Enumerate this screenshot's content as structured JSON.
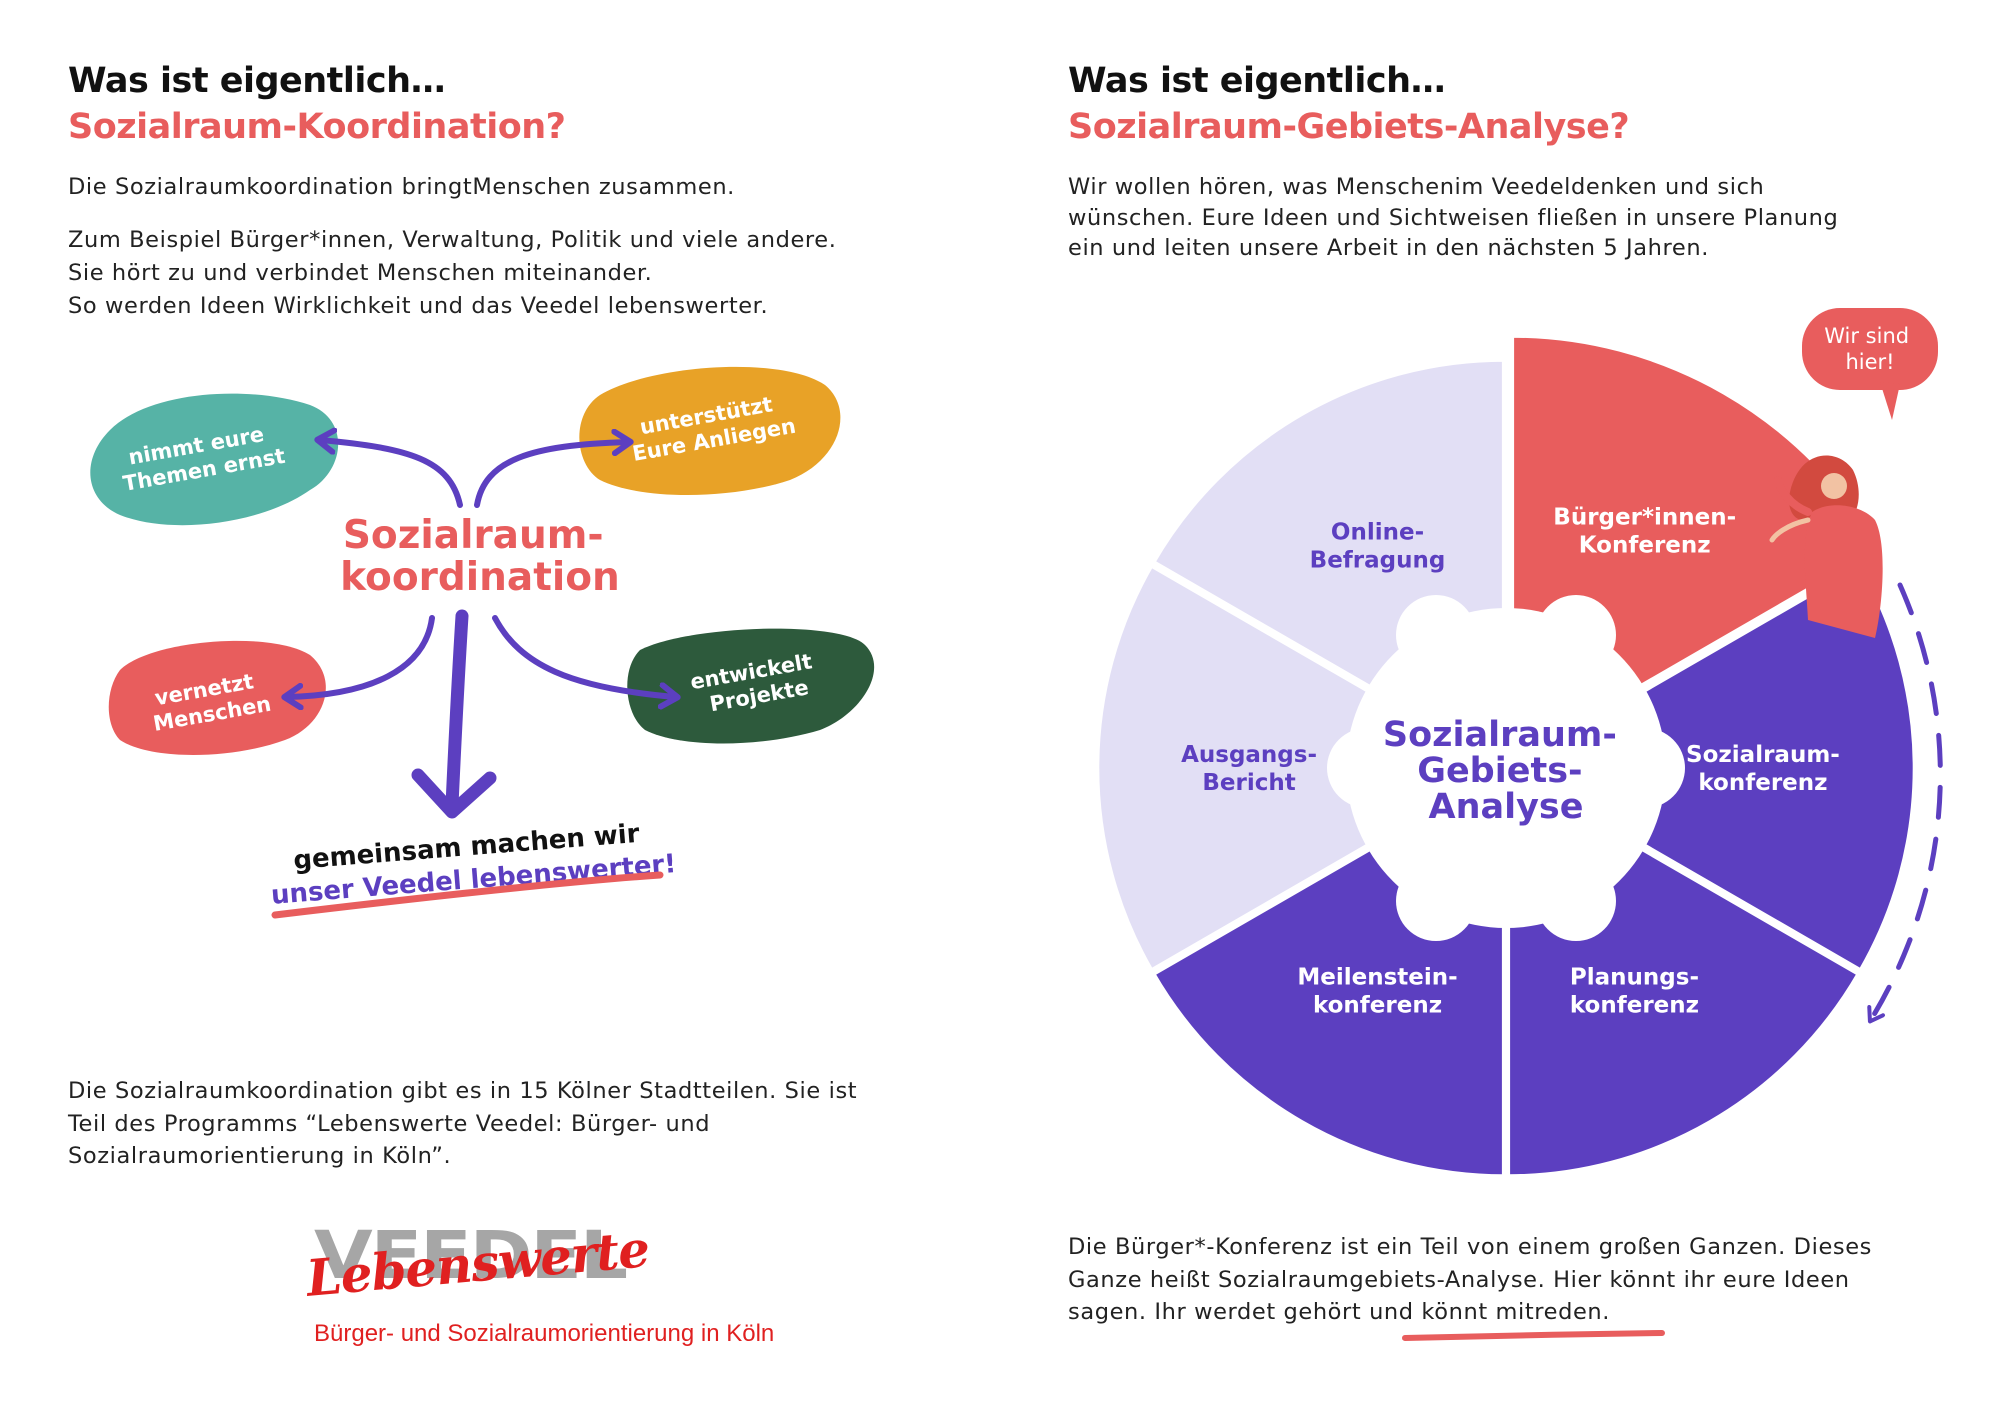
{
  "colors": {
    "coral": "#e85d5d",
    "teal": "#56b3a6",
    "orange": "#e8a227",
    "green": "#2d5a3c",
    "purple": "#5c3fc0",
    "lavender": "#e2dff5",
    "logo_gray": "#a6a6a6",
    "logo_red": "#e02020"
  },
  "left": {
    "heading_line1": "Was ist eigentlich…",
    "heading_line2": "Sozialraum-Koordination?",
    "para1": "Die Sozialraumkoordination bringtMenschen zusammen.",
    "para2": "Zum Beispiel Bürger*innen, Verwaltung, Politik und viele andere.\nSie hört zu und verbindet Menschen miteinander.\nSo werden Ideen Wirklichkeit und das Veedel lebenswerter.",
    "mindmap": {
      "center_line1": "Sozialraum-",
      "center_line2": "koordination",
      "bubbles": [
        {
          "line1": "nimmt eure",
          "line2": "Themen ernst",
          "color": "#56b3a6",
          "icon": "arrow-icon"
        },
        {
          "line1": "unterstützt",
          "line2": "Eure Anliegen",
          "color": "#e8a227",
          "icon": "arrow-icon"
        },
        {
          "line1": "vernetzt",
          "line2": "Menschen",
          "color": "#e85d5d",
          "icon": "arrow-icon"
        },
        {
          "line1": "entwickelt",
          "line2": "Projekte",
          "color": "#2d5a3c",
          "icon": "arrow-icon"
        }
      ],
      "slogan_line1": "gemeinsam machen wir",
      "slogan_line2": "unser Veedel lebenswerter!"
    },
    "para3": "Die Sozialraumkoordination gibt es in 15 Kölner Stadtteilen. Sie ist\nTeil des Programms “Lebenswerte Veedel: Bürger- und\nSozialraumorientierung in Köln”.",
    "logo": {
      "block_text": "VEEDEL",
      "script_text": "Lebenswerte",
      "subtitle": "Bürger- und Sozialraumorientierung in Köln"
    }
  },
  "right": {
    "heading_line1": "Was ist eigentlich…",
    "heading_line2": "Sozialraum-Gebiets-Analyse?",
    "para1": "Wir wollen hören, was Menschenim Veedeldenken und sich\nwünschen. Eure Ideen und Sichtweisen fließen in unsere Planung\nein und leiten unsere Arbeit in den nächsten 5 Jahren.",
    "wheel": {
      "center_line1": "Sozialraum-",
      "center_line2": "Gebiets-",
      "center_line3": "Analyse",
      "segments": [
        {
          "line1": "Bürger*innen-",
          "line2": "Konferenz",
          "fill": "#e85d5d",
          "text_color": "#ffffff",
          "highlighted": true
        },
        {
          "line1": "Sozialraum-",
          "line2": "konferenz",
          "fill": "#5c3fc0",
          "text_color": "#ffffff"
        },
        {
          "line1": "Planungs-",
          "line2": "konferenz",
          "fill": "#5c3fc0",
          "text_color": "#ffffff"
        },
        {
          "line1": "Meilenstein-",
          "line2": "konferenz",
          "fill": "#5c3fc0",
          "text_color": "#ffffff"
        },
        {
          "line1": "Ausgangs-",
          "line2": "Bericht",
          "fill": "#e2dff5",
          "text_color": "#5c3fc0"
        },
        {
          "line1": "Online-",
          "line2": "Befragung",
          "fill": "#e2dff5",
          "text_color": "#5c3fc0"
        }
      ],
      "speech_line1": "Wir sind",
      "speech_line2": "hier!"
    },
    "para2": "Die Bürger*-Konferenz ist ein Teil von einem großen Ganzen. Dieses\nGanze heißt Sozialraumgebiets-Analyse. Hier könnt ihr eure Ideen\nsagen. Ihr werdet gehört und könnt mitreden."
  }
}
